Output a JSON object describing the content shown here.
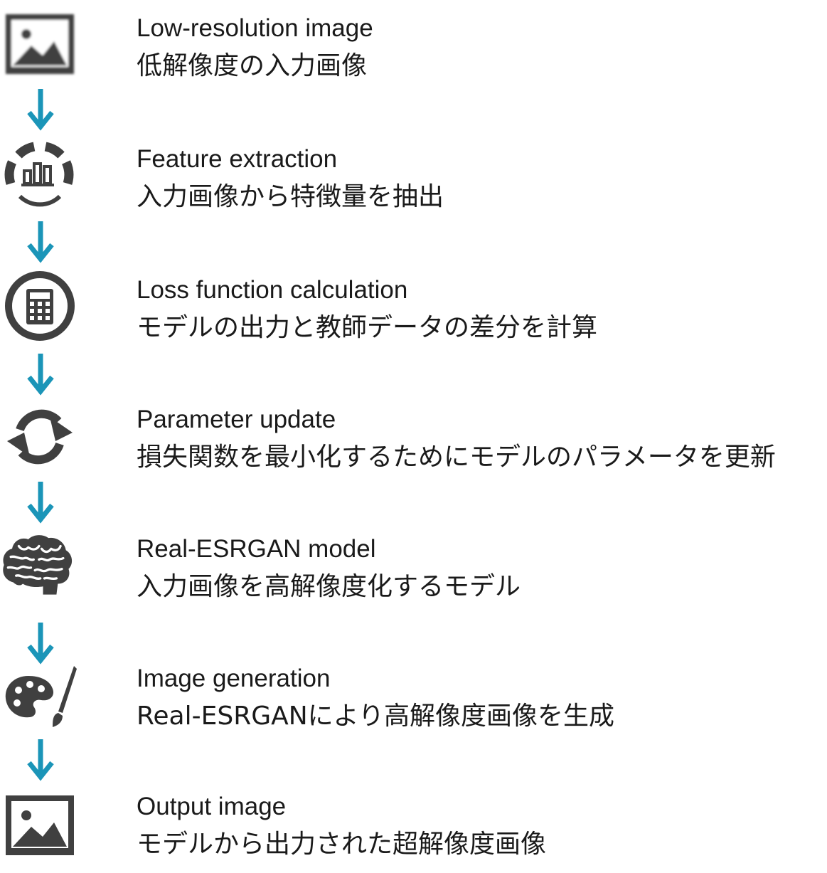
{
  "colors": {
    "icon": "#404040",
    "arrow": "#1b95b8",
    "text": "#1a1a1a"
  },
  "steps": [
    {
      "icon": "image-icon",
      "title": "Low-resolution image",
      "desc": "低解像度の入力画像"
    },
    {
      "icon": "feature-chart-icon",
      "title": "Feature extraction",
      "desc": "入力画像から特徴量を抽出"
    },
    {
      "icon": "calculator-icon",
      "title": "Loss function calculation",
      "desc": "モデルの出力と教師データの差分を計算"
    },
    {
      "icon": "refresh-icon",
      "title": "Parameter update",
      "desc": "損失関数を最小化するためにモデルのパラメータを更新"
    },
    {
      "icon": "brain-icon",
      "title": "Real-ESRGAN model",
      "desc": "入力画像を高解像度化するモデル"
    },
    {
      "icon": "palette-brush-icon",
      "title": "Image generation",
      "desc": "Real-ESRGANにより高解像度画像を生成"
    },
    {
      "icon": "image-icon",
      "title": "Output image",
      "desc": "モデルから出力された超解像度画像"
    }
  ]
}
